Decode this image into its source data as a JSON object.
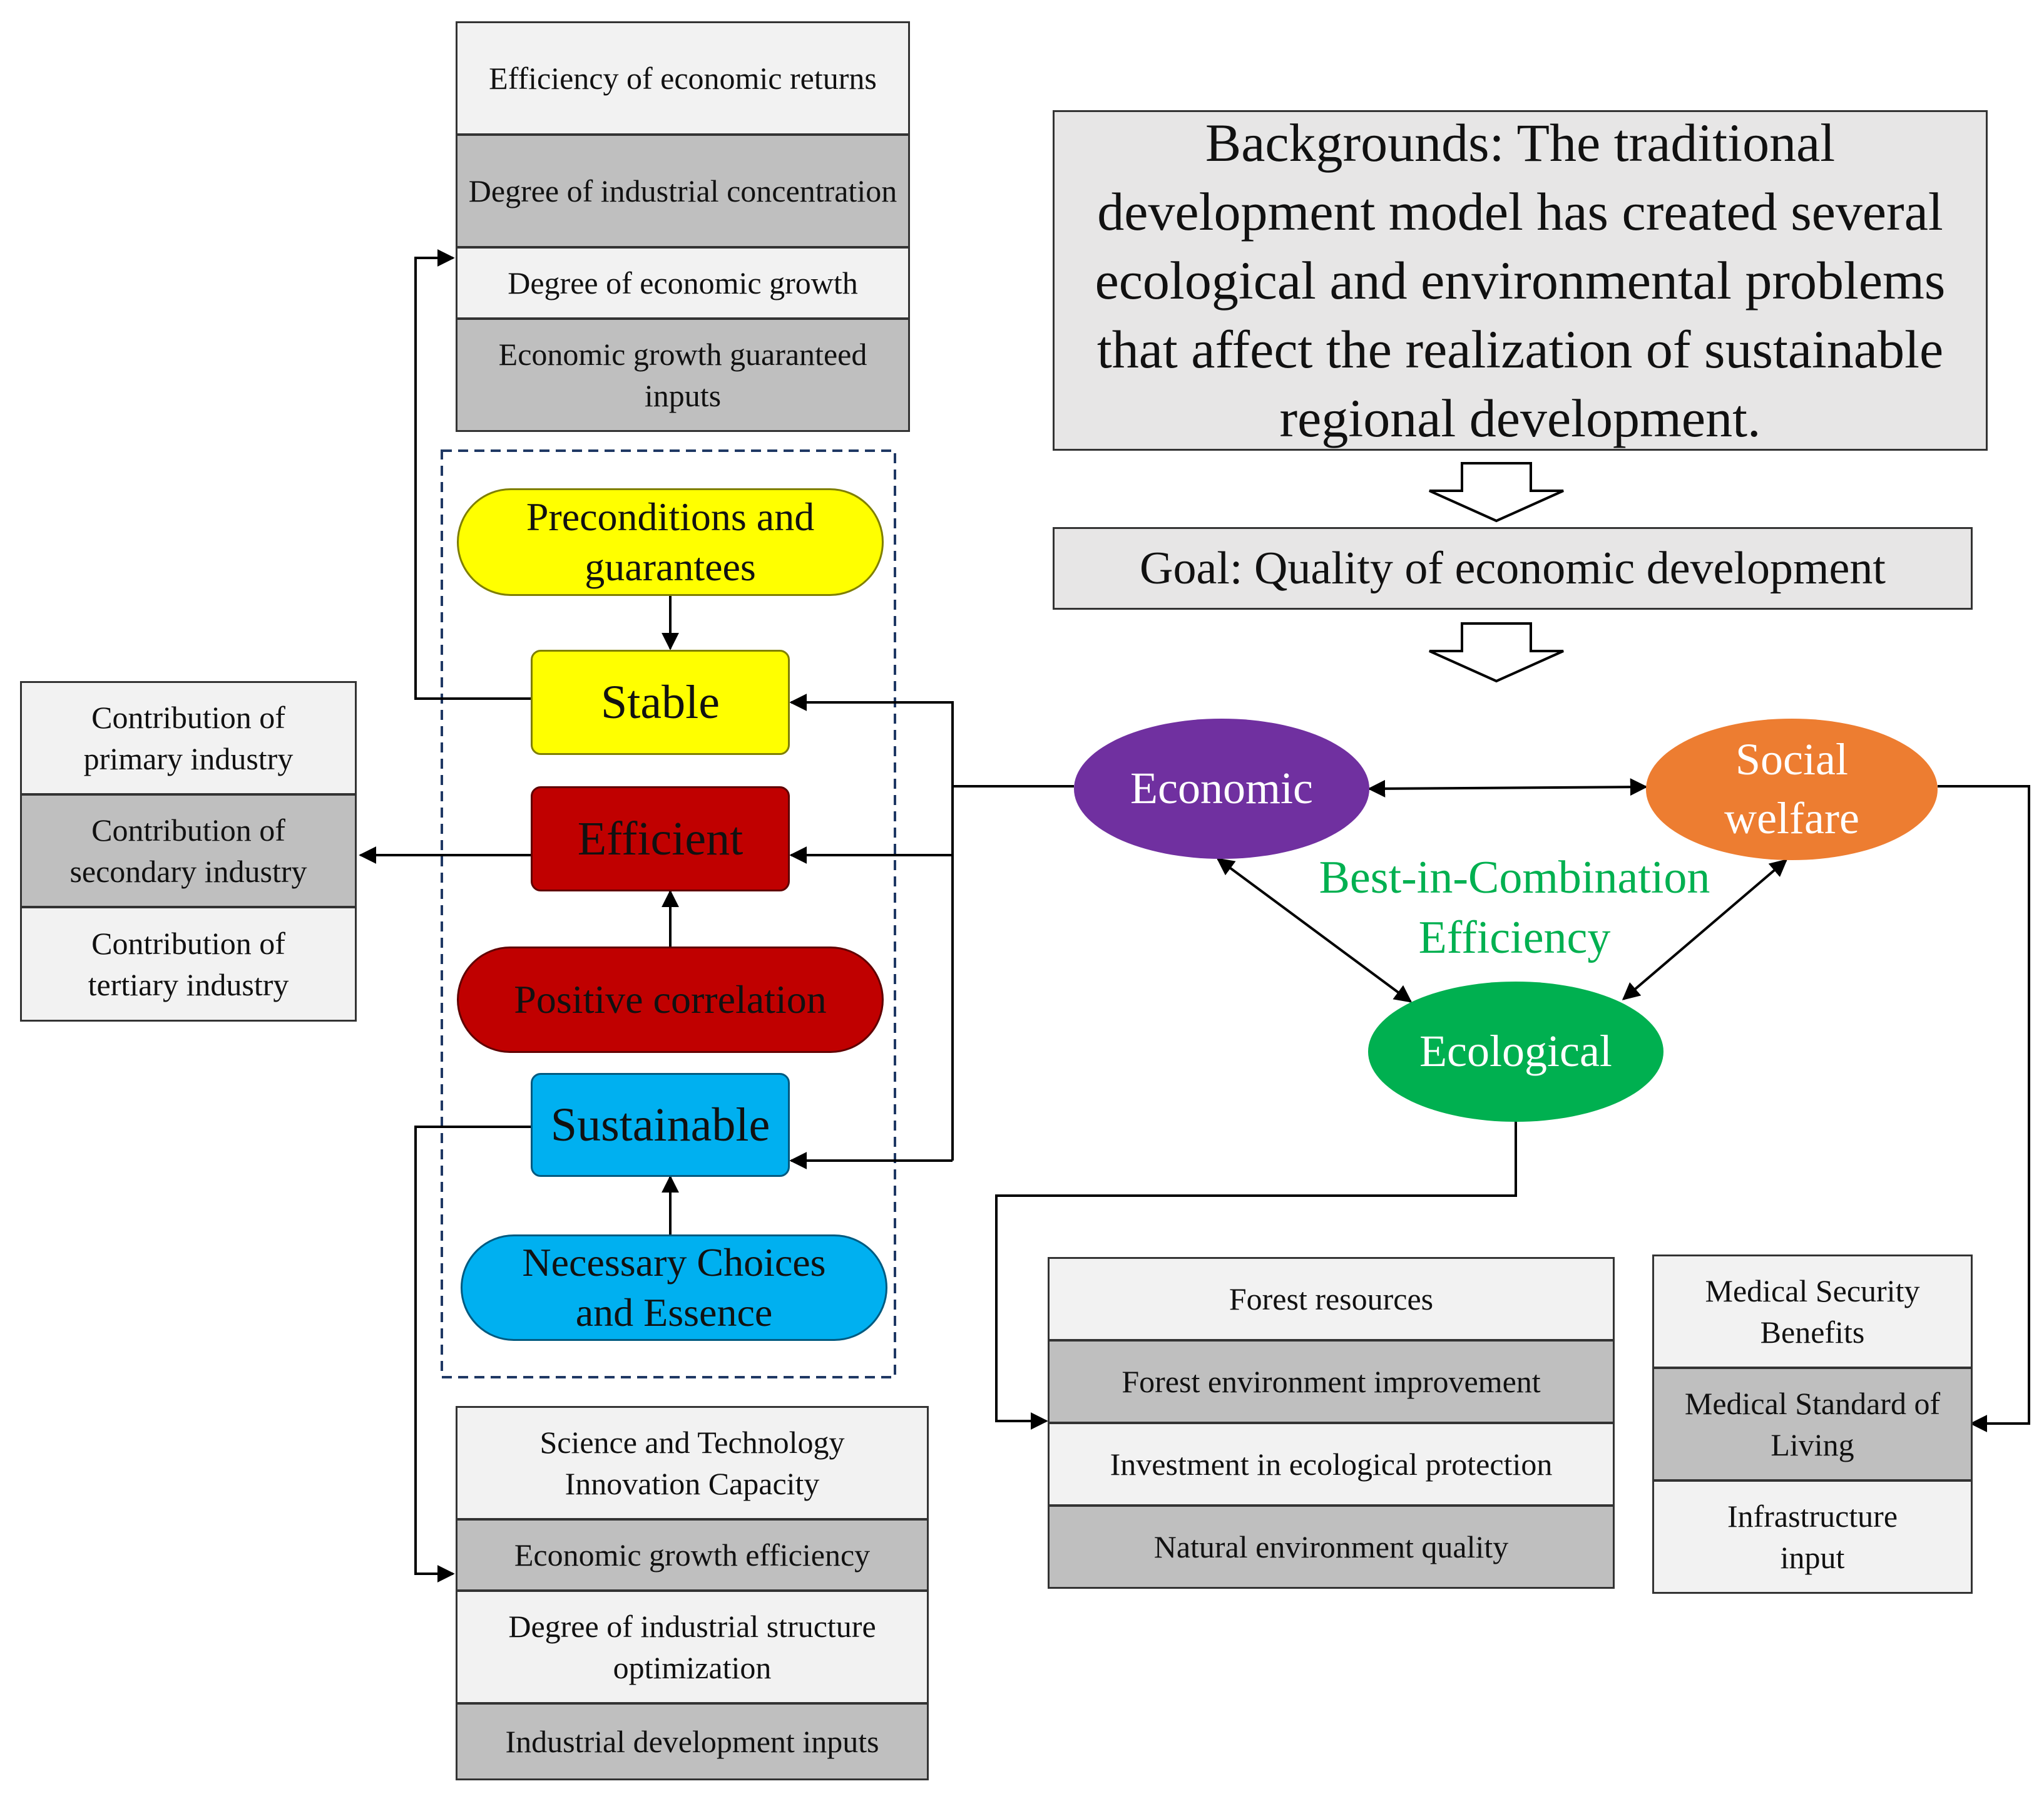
{
  "colors": {
    "yellow": "#ffff00",
    "dark_red": "#c00000",
    "cyan": "#00b0f0",
    "purple": "#7030a0",
    "orange": "#ed7d31",
    "green": "#00b050",
    "panel": "#dae3f3",
    "light_gray": "#f2f2f2",
    "dark_gray": "#bfbfbf"
  },
  "background": {
    "text": "Backgrounds: The traditional development model has created several ecological and environmental problems that affect the realization of sustainable regional development."
  },
  "goal": {
    "text": "Goal: Quality of economic development"
  },
  "center": {
    "precondition": "Preconditions and guarantees",
    "stable": "Stable",
    "efficient": "Efficient",
    "positive": "Positive correlation",
    "sustainable": "Sustainable",
    "necessary": "Necessary Choices and Essence"
  },
  "panel": {
    "economic": "Economic",
    "social": "Social welfare",
    "ecological": "Ecological",
    "best": "Best-in-Combination Efficiency"
  },
  "stable_indicators": [
    "Efficiency of economic returns",
    "Degree of industrial concentration",
    "Degree of economic growth",
    "Economic growth guaranteed inputs"
  ],
  "efficient_indicators": [
    "Contribution of primary industry",
    "Contribution of secondary industry",
    "Contribution of tertiary industry"
  ],
  "sustainable_indicators": [
    "Science and Technology Innovation Capacity",
    "Economic growth efficiency",
    "Degree of industrial structure optimization",
    "Industrial development inputs"
  ],
  "ecological_indicators": [
    "Forest resources",
    "Forest environment improvement",
    "Investment in ecological protection",
    "Natural environment quality"
  ],
  "social_indicators": [
    "Medical Security Benefits",
    "Medical Standard of Living",
    "Infrastructure input"
  ]
}
